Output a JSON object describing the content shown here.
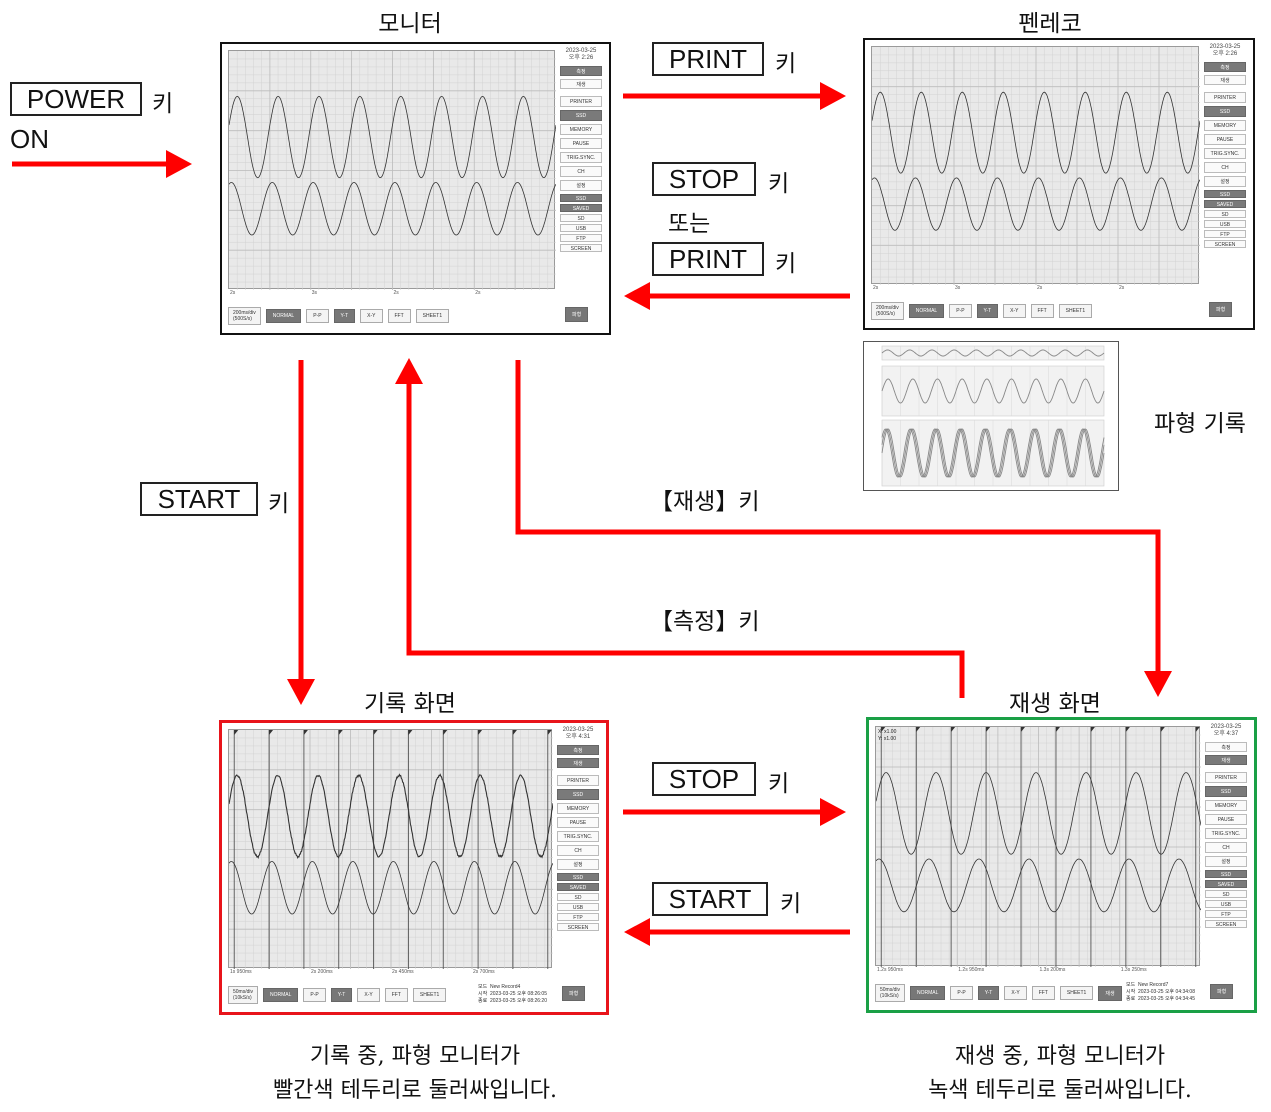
{
  "titles": {
    "monitor": "모니터",
    "penreco": "펜레코",
    "recording": "기록 화면",
    "playback": "재생 화면",
    "waveform_record": "파형 기록"
  },
  "keys": {
    "power": "POWER",
    "key_suffix": "키",
    "on": "ON",
    "print": "PRINT",
    "stop": "STOP",
    "or": "또는",
    "start": "START",
    "playback_key": "【재생】키",
    "measure_key": "【측정】키"
  },
  "captions": {
    "recording_line1": "기록 중, 파형 모니터가",
    "recording_line2": "빨간색 테두리로 둘러싸입니다.",
    "playback_line1": "재생 중, 파형 모니터가",
    "playback_line2": "녹색 테두리로 둘러싸입니다."
  },
  "colors": {
    "arrow": "#ff0000",
    "recording_border": "#e8141b",
    "playback_border": "#1aa046",
    "normal_border": "#111111",
    "plot_bg": "#e9e9e9"
  },
  "screen_ui": {
    "date": "2023-03-25",
    "time_monitor": "오후 2:26",
    "time_recording": "오후 4:31",
    "time_playback": "오후 4:37",
    "side_buttons": [
      "측정",
      "재생",
      "PRINTER",
      "SSD",
      "MEMORY",
      "PAUSE",
      "TRIG.SYNC.",
      "CH",
      "설정"
    ],
    "storage_items": [
      "SSD",
      "SAVED",
      "SD",
      "USB",
      "FTP",
      "SCREEN"
    ],
    "bottom_buttons": [
      "NORMAL",
      "P-P",
      "Y-T",
      "X-Y",
      "FFT",
      "SHEET1"
    ],
    "range_monitor": [
      "200ms/div",
      "(500S/s)"
    ],
    "range_recording": [
      "50ms/div",
      "(10kS/s)"
    ],
    "bottom_right": "파형",
    "playback_bottom_extra": "재생",
    "axis_monitor": [
      "2s",
      "3s",
      "2s",
      "2s"
    ],
    "axis_recording": [
      "1s 950ms",
      "2s 200ms",
      "2s 450ms",
      "2s 700ms"
    ],
    "axis_playback": [
      "1.2s 950ms",
      "1.2s 950ms",
      "1.3s 200ms",
      "1.3s 250ms"
    ],
    "scale_label": [
      "X: x1.00",
      "Y: x1.00"
    ],
    "rec_info": [
      "모드",
      "시작",
      "종료"
    ],
    "rec_info_values": [
      "New Record4",
      "2023-03-25 오후 08:26:05",
      "2023-03-25 오후 08:26:20"
    ],
    "play_info_values": [
      "New Record7",
      "2023-03-25 오후 04:34:08",
      "2023-03-25 오후 04:34:45"
    ]
  }
}
